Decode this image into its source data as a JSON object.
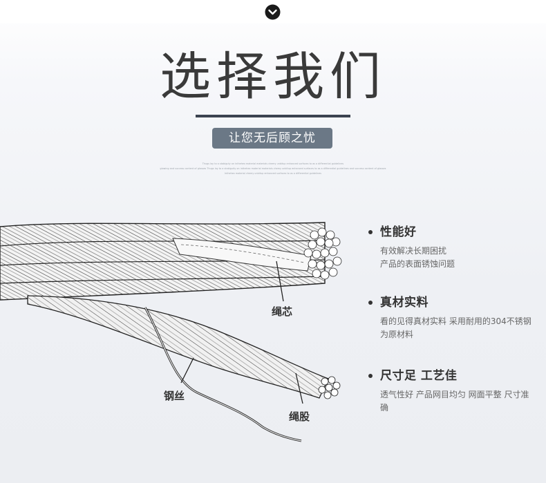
{
  "header": {
    "title": "选择我们",
    "subtitle": "让您无后顾之忧",
    "fine_print": "Thugs lay to a stabiguty on inthehex material materials chemy unbitup enhanced surfaces to as a differential guidelines\nglowing and success content of glasses Thugs lay to a stabiguity on inthehex material materials chemy unbitup enhanced surfaces to as a differential guidelines and success content of glasses\nInthehex material chemy unbitup enhanced surfaces to as a differential guidelines",
    "expand_icon": "chevron-down-icon"
  },
  "illustration": {
    "labels": {
      "core": "绳芯",
      "wire": "钢丝",
      "strand": "绳股"
    }
  },
  "features": [
    {
      "title": "性能好",
      "desc": "有效解决长期困扰\n产品的表面锈蚀问题"
    },
    {
      "title": "真材实料",
      "desc": "看的见得真材实料  采用耐用的304不锈钢为原材料"
    },
    {
      "title": "尺寸足 工艺佳",
      "desc": "透气性好  产品网目均匀  网面平整  尺寸准确"
    }
  ]
}
